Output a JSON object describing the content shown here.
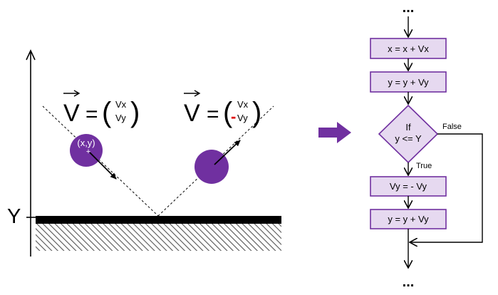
{
  "left_panel": {
    "y_axis_label": "Y",
    "ball1_label": "(x,y)",
    "velocity_before": {
      "vector_symbol": "V",
      "equals": "=",
      "top": "Vx",
      "bottom": "Vy",
      "open_paren": "(",
      "close_paren": ")"
    },
    "velocity_after": {
      "vector_symbol": "V",
      "equals": "=",
      "top": "Vx",
      "bottom": "Vy",
      "minus": "-",
      "minus_color": "#e00000",
      "open_paren": "(",
      "close_paren": ")"
    },
    "ball_color": "#7030a0",
    "ground_color": "#000000"
  },
  "arrow": {
    "color": "#7030a0"
  },
  "flowchart": {
    "ellipsis_top": "...",
    "ellipsis_bottom": "...",
    "steps": {
      "update_x": "x = x + Vx",
      "update_y1": "y = y + Vy",
      "decision_line1": "If",
      "decision_line2": "y <= Y",
      "negate_vy": "Vy = - Vy",
      "update_y2": "y = y + Vy"
    },
    "false_label": "False",
    "true_label": "True",
    "box_fill": "#e6d9f0",
    "box_stroke": "#7030a0"
  }
}
